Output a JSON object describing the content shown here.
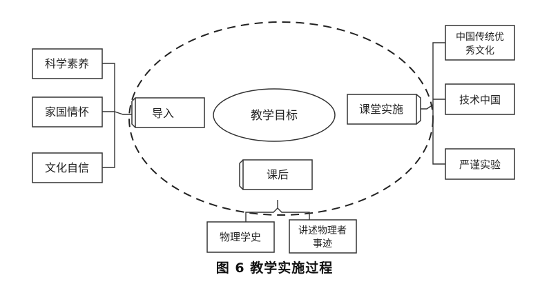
{
  "diagram": {
    "center": "教学目标",
    "stages": {
      "intro": "导入",
      "classroom": "课堂实施",
      "after": "课后"
    },
    "left_goals": [
      "科学素养",
      "家国情怀",
      "文化自信"
    ],
    "right_items": [
      "中国传统优",
      "秀文化",
      "技术中国",
      "严谨实验"
    ],
    "after_items": [
      "物理学史",
      "讲述物理者",
      "事迹"
    ]
  },
  "caption": "图 6 教学实施过程",
  "colors": {
    "stroke": "#333333",
    "background": "#ffffff"
  }
}
